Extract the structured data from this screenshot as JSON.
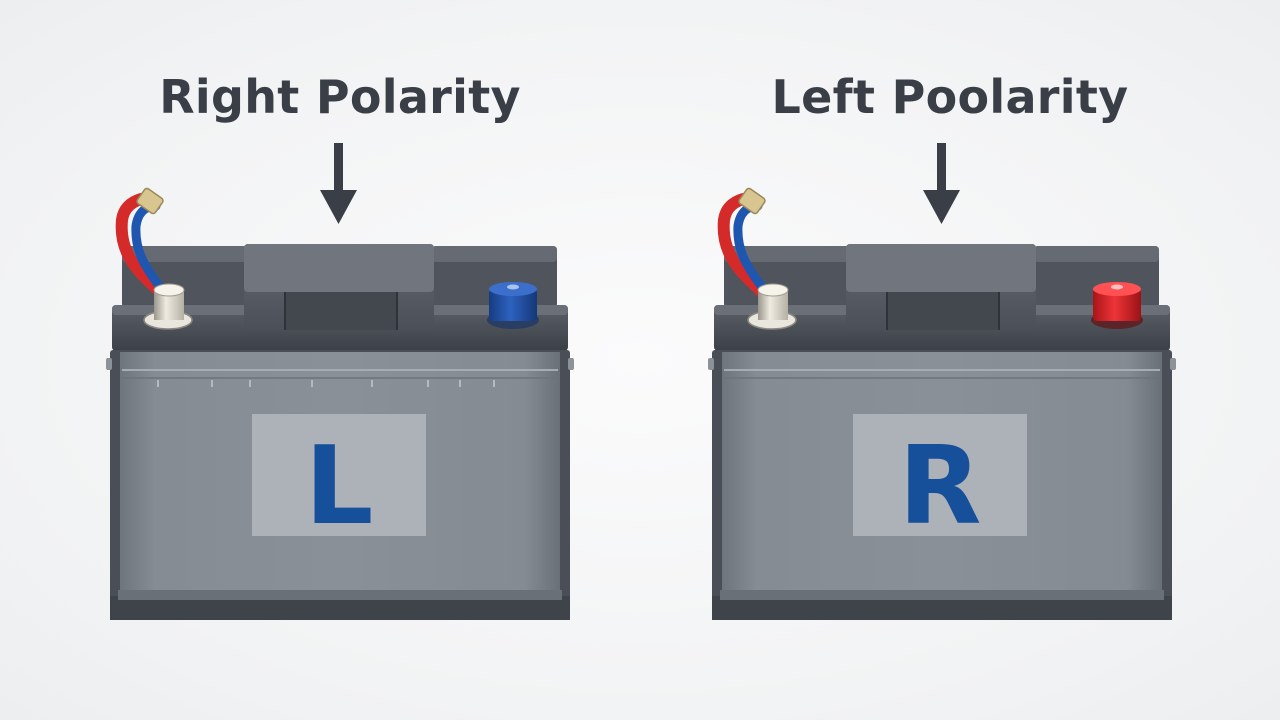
{
  "colors": {
    "background": "#f4f5f6",
    "case_body": "#7d838b",
    "case_dark": "#3b3f46",
    "title_text": "#3a3f47",
    "letter": "#17509a",
    "terminal_positive_neutral": "#d8d4c8",
    "terminal_blue": "#1f4fa3",
    "terminal_red": "#d9262b",
    "cable_red": "#d52a2a",
    "cable_blue": "#1f56b0"
  },
  "panels": [
    {
      "title": "Right Polarity",
      "badge_letter": "L",
      "right_terminal_color": "blue",
      "icons": [
        "down-arrow-icon",
        "cable-icon"
      ]
    },
    {
      "title": "Left Poolarity",
      "badge_letter": "R",
      "right_terminal_color": "red",
      "icons": [
        "down-arrow-icon",
        "cable-icon"
      ]
    }
  ]
}
